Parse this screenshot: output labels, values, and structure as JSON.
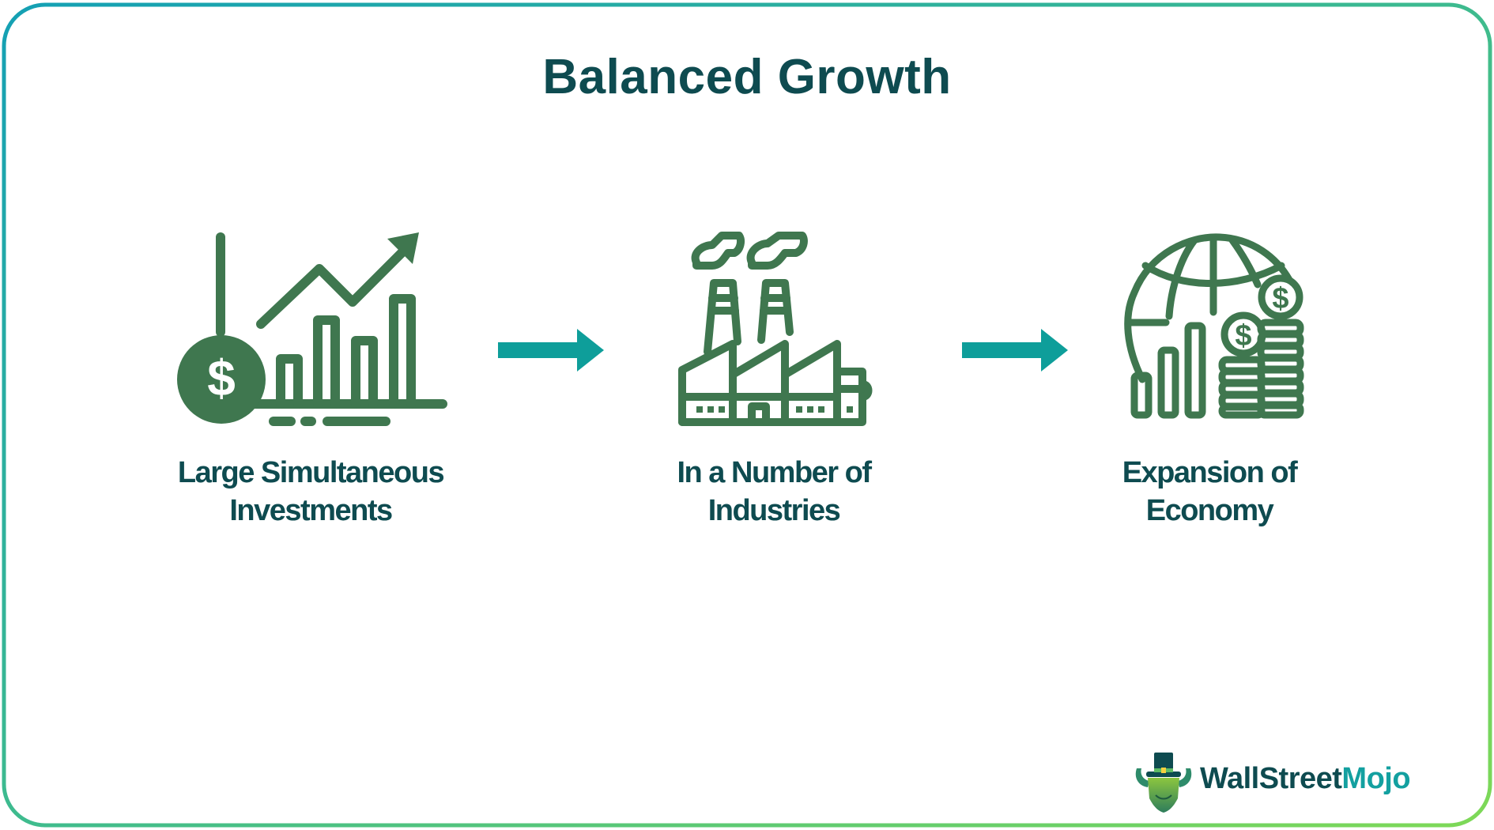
{
  "title": "Balanced Growth",
  "colors": {
    "title_text": "#0E4B50",
    "icon_green": "#3F774F",
    "arrow_teal": "#0E9E9A",
    "border_gradient_start": "#14A0B4",
    "border_gradient_end": "#7ED957",
    "logo_dark": "#0E4B50",
    "logo_accent": "#13A0A0"
  },
  "steps": [
    {
      "icon": "investment-chart-dollar-icon",
      "label_line1": "Large Simultaneous",
      "label_line2": "Investments"
    },
    {
      "icon": "factory-icon",
      "label_line1": "In a Number of",
      "label_line2": "Industries"
    },
    {
      "icon": "globe-coins-growth-icon",
      "label_line1": "Expansion of",
      "label_line2": "Economy"
    }
  ],
  "arrows": [
    "arrow-right-icon",
    "arrow-right-icon"
  ],
  "logo": {
    "part1": "WallStreet",
    "part2": "Mojo"
  }
}
